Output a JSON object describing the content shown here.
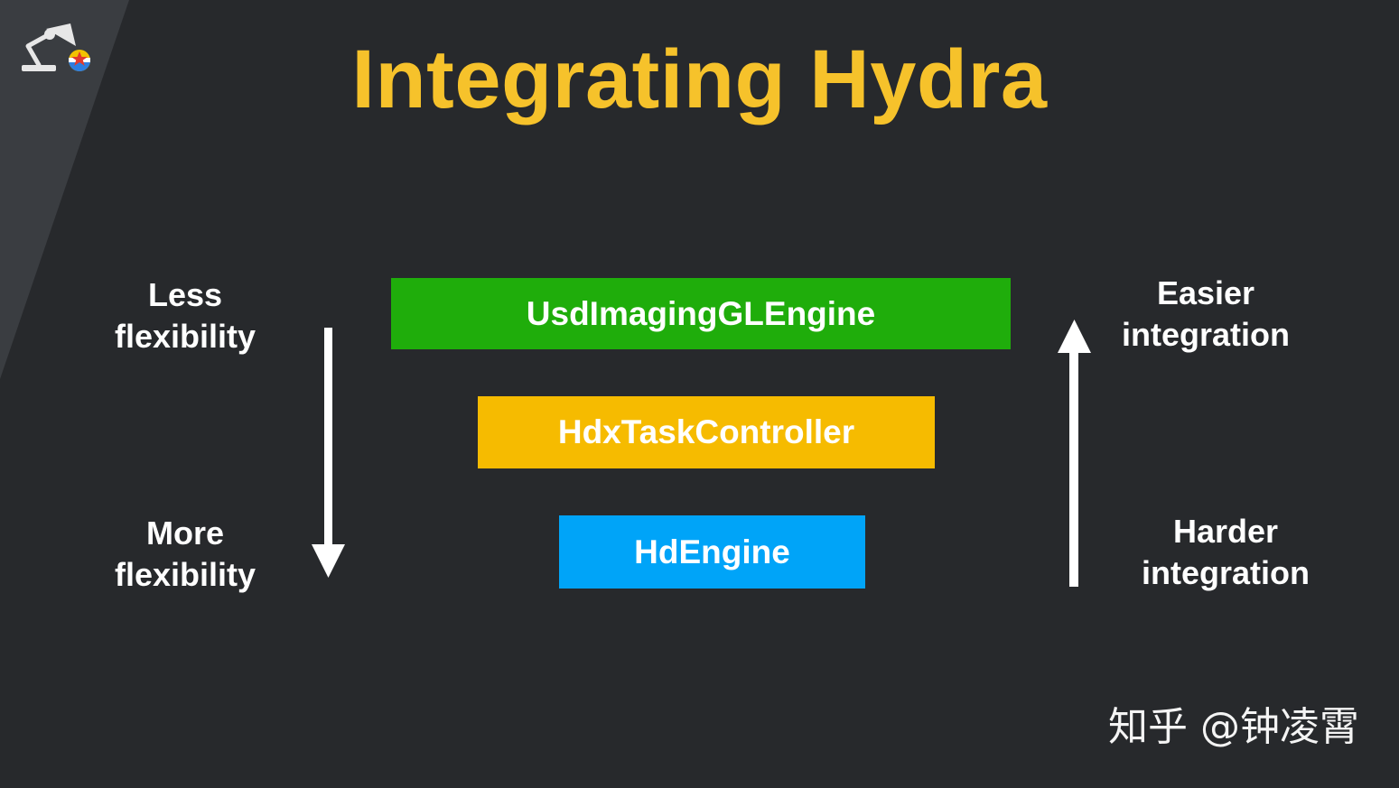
{
  "slide": {
    "title": "Integrating Hydra",
    "accent_color": "#f6c22b",
    "left_labels": {
      "top": "Less\nflexibility",
      "bottom": "More\nflexibility"
    },
    "right_labels": {
      "top": "Easier\nintegration",
      "bottom": "Harder\nintegration"
    },
    "layers": [
      {
        "label": "UsdImagingGLEngine",
        "color": "#1fad0b"
      },
      {
        "label": "HdxTaskController",
        "color": "#f6bb00"
      },
      {
        "label": "HdEngine",
        "color": "#00a4f8"
      }
    ],
    "arrows": {
      "left": "arrow-down-icon",
      "right": "arrow-up-icon"
    },
    "logo_icon": "pixar-lamp-logo-icon",
    "watermark": "知乎 @钟凌霄"
  }
}
